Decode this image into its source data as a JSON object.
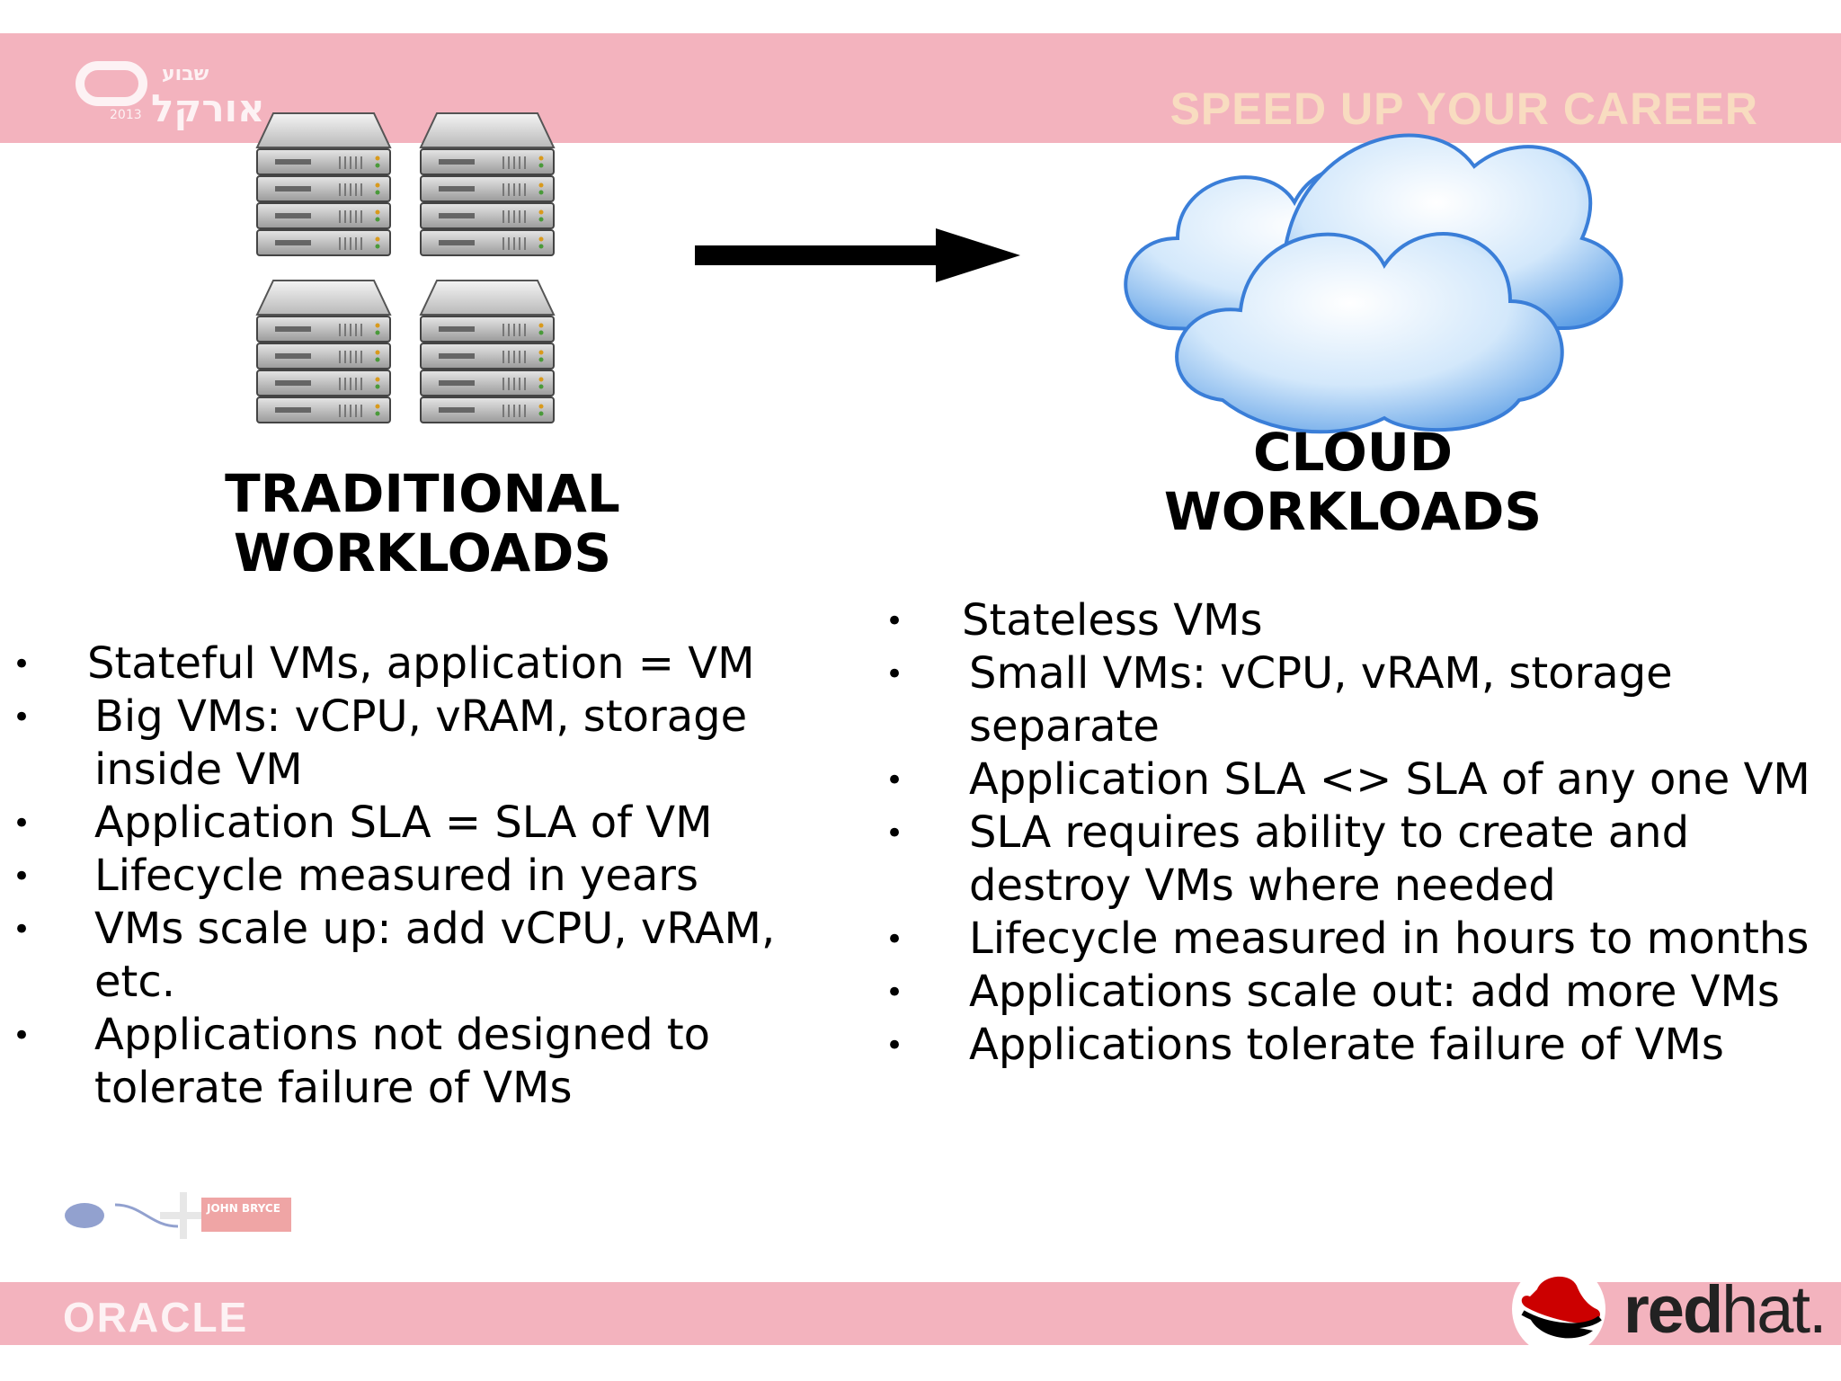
{
  "header": {
    "logo_hebrew_small": "שבוע",
    "logo_hebrew_big": "אורקל",
    "logo_year": "2013",
    "tagline": "SPEED UP YOUR CAREER"
  },
  "traditional": {
    "heading_line1": "TRADITIONAL",
    "heading_line2": "WORKLOADS",
    "bullets": [
      "Stateful VMs, application = VM",
      "Big VMs: vCPU, vRAM, storage inside VM",
      "Application SLA = SLA of VM",
      "Lifecycle measured in years",
      "VMs scale up: add vCPU, vRAM, etc.",
      "Applications not designed to tolerate failure of VMs"
    ]
  },
  "cloud": {
    "heading_line1": "CLOUD",
    "heading_line2": "WORKLOADS",
    "bullets": [
      "Stateless VMs",
      "Small VMs: vCPU, vRAM, storage separate",
      "Application SLA <> SLA of any one VM",
      "SLA requires ability to create and destroy VMs where needed",
      "Lifecycle measured in hours to months",
      "Applications scale out: add more VMs",
      "Applications tolerate failure of VMs"
    ]
  },
  "footer": {
    "oracle": "ORACLE",
    "redhat_bold": "red",
    "redhat_light": "hat.",
    "sponsor_text": "JOHN BRYCE"
  },
  "colors": {
    "band": "#f3b3be",
    "redhat_red": "#cc0000"
  },
  "icons": [
    "server-icon",
    "arrow-right-icon",
    "cloud-icon",
    "redhat-hat-icon"
  ]
}
